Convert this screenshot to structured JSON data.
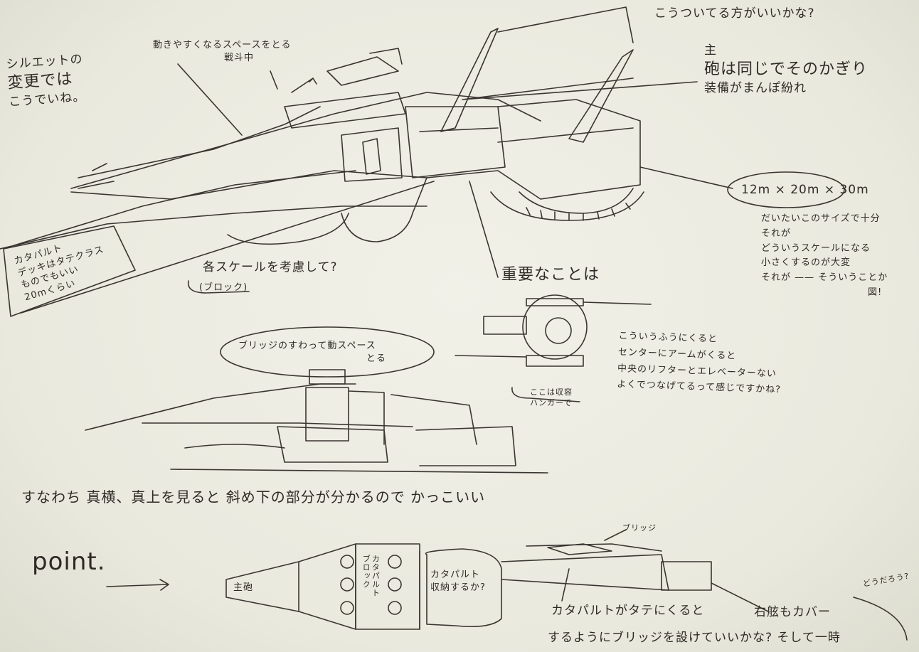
{
  "notes": {
    "silhouette": [
      "シルエットの",
      "変更では",
      "こうでいね。"
    ],
    "space": [
      "動きやすくなるスペースをとる",
      "戦斗中"
    ],
    "better": "こうついてる方がいいかな?",
    "main_gun": [
      "主",
      "砲は同じでそのかぎり",
      "装備がまんぽ紛れ"
    ],
    "dimensions": "12m × 20m × 30m",
    "scale": [
      "だいたいこのサイズで十分",
      "それが",
      "どういうスケールになる",
      "小さくするのが大変",
      "それが —— そういうことか",
      "図!"
    ],
    "catapult": [
      "カタパルト",
      "デッキはタテクラス",
      "ものでもいい",
      "20mくらい"
    ],
    "consider": "各スケールを考慮して?",
    "block": "(ブロック)",
    "important": "重要なことは",
    "bridge_space": [
      "ブリッジのすわって動スペース",
      "とる"
    ],
    "center_arm": [
      "こういうふうにくると",
      "センターにアームがくると",
      "中央のリフターとエレベーターない",
      "よくでつなげてるって感じですかね?"
    ],
    "hangar": [
      "ここは収容",
      "ハンガーで"
    ],
    "summary": "すなわち 真横、真上を見ると 斜め下の部分が分かるので かっこいい",
    "point": "point.",
    "plan_gun": "主砲",
    "plan_catapult": [
      "カタパルト",
      "ブロック"
    ],
    "plan_stow": [
      "カタパルト",
      "収納するか?"
    ],
    "plan_bridge": "ブリッジ",
    "bottom_note1": "カタパルトがタテにくると",
    "bottom_note2": "右舷もカバー",
    "bottom_note3": "するようにブリッジを設けていいかな? そして一時",
    "corner": "どうだろう?"
  },
  "colors": {
    "paper": "#ecece2",
    "ink": "#3a3530"
  }
}
